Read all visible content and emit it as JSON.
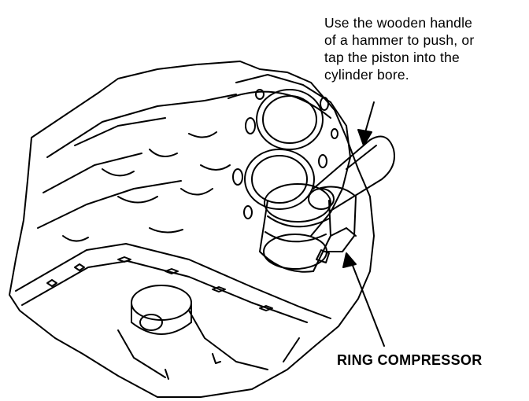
{
  "instruction_note": {
    "lines": [
      "Use the wooden handle",
      "of a hammer to push, or",
      "tap the piston into the",
      "cylinder bore."
    ]
  },
  "callout": {
    "label": "RING COMPRESSOR"
  }
}
